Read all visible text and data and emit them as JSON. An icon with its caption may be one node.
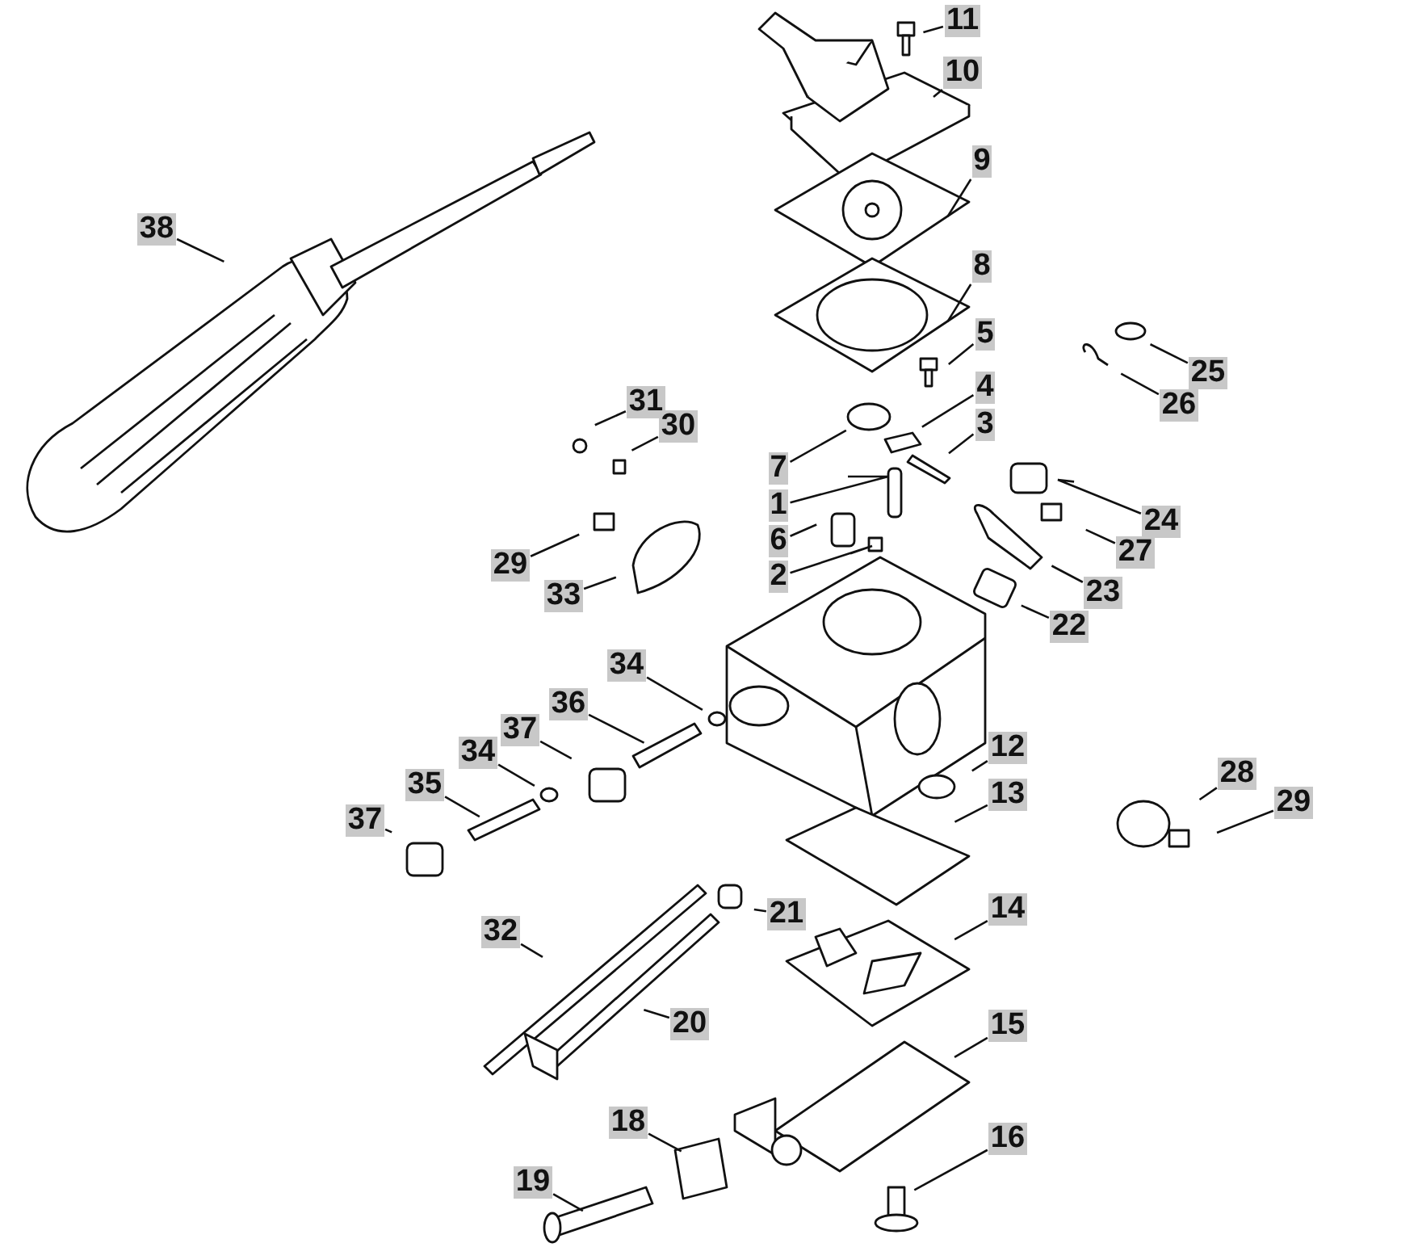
{
  "diagram": {
    "nodes": [
      {
        "text": [
          "11"
        ]
      },
      {
        "text": [
          "10"
        ]
      },
      {
        "text": [
          "38"
        ]
      },
      {
        "text": [
          "9"
        ]
      },
      {
        "text": [
          "8"
        ]
      },
      {
        "text": [
          "5"
        ]
      },
      {
        "text": [
          "4"
        ]
      },
      {
        "text": [
          "3"
        ]
      },
      {
        "text": [
          "25"
        ]
      },
      {
        "text": [
          "26"
        ]
      },
      {
        "text": [
          "31"
        ]
      },
      {
        "text": [
          "30"
        ]
      },
      {
        "text": [
          "7"
        ]
      },
      {
        "text": [
          "1"
        ]
      },
      {
        "text": [
          "6"
        ]
      },
      {
        "text": [
          "24"
        ]
      },
      {
        "text": [
          "27"
        ]
      },
      {
        "text": [
          "29"
        ]
      },
      {
        "text": [
          "2"
        ]
      },
      {
        "text": [
          "33"
        ]
      },
      {
        "text": [
          "23"
        ]
      },
      {
        "text": [
          "22"
        ]
      },
      {
        "text": [
          "34"
        ]
      },
      {
        "text": [
          "36"
        ]
      },
      {
        "text": [
          "37"
        ]
      },
      {
        "text": [
          "12"
        ]
      },
      {
        "text": [
          "34"
        ]
      },
      {
        "text": [
          "28"
        ]
      },
      {
        "text": [
          "35"
        ]
      },
      {
        "text": [
          "13"
        ]
      },
      {
        "text": [
          "29"
        ]
      },
      {
        "text": [
          "37"
        ]
      },
      {
        "text": [
          "14"
        ]
      },
      {
        "text": [
          "21"
        ]
      },
      {
        "text": [
          "32"
        ]
      },
      {
        "text": [
          "20"
        ]
      },
      {
        "text": [
          "15"
        ]
      },
      {
        "text": [
          "18"
        ]
      },
      {
        "text": [
          "16"
        ]
      },
      {
        "text": [
          "19"
        ]
      }
    ],
    "edges": [
      {
        "from": 0,
        "to": null,
        "arrow": "none"
      },
      {
        "from": 1,
        "to": null,
        "arrow": "none"
      },
      {
        "from": 2,
        "to": null,
        "arrow": "none"
      },
      {
        "from": 3,
        "to": null,
        "arrow": "none"
      },
      {
        "from": 4,
        "to": null,
        "arrow": "none"
      },
      {
        "from": 5,
        "to": null,
        "arrow": "none"
      },
      {
        "from": 6,
        "to": null,
        "arrow": "none"
      },
      {
        "from": 7,
        "to": null,
        "arrow": "none"
      },
      {
        "from": 8,
        "to": null,
        "arrow": "none"
      },
      {
        "from": 9,
        "to": null,
        "arrow": "none"
      },
      {
        "from": 10,
        "to": null,
        "arrow": "none"
      },
      {
        "from": 11,
        "to": null,
        "arrow": "none"
      },
      {
        "from": 12,
        "to": null,
        "arrow": "none"
      },
      {
        "from": 13,
        "to": null,
        "arrow": "none"
      },
      {
        "from": 14,
        "to": null,
        "arrow": "none"
      },
      {
        "from": 15,
        "to": null,
        "arrow": "none"
      },
      {
        "from": 16,
        "to": null,
        "arrow": "none"
      },
      {
        "from": 17,
        "to": null,
        "arrow": "none"
      },
      {
        "from": 18,
        "to": null,
        "arrow": "none"
      },
      {
        "from": 19,
        "to": null,
        "arrow": "none"
      },
      {
        "from": 20,
        "to": null,
        "arrow": "none"
      },
      {
        "from": 21,
        "to": null,
        "arrow": "none"
      },
      {
        "from": 22,
        "to": null,
        "arrow": "none"
      },
      {
        "from": 23,
        "to": null,
        "arrow": "none"
      },
      {
        "from": 24,
        "to": null,
        "arrow": "none"
      },
      {
        "from": 25,
        "to": null,
        "arrow": "none"
      },
      {
        "from": 26,
        "to": null,
        "arrow": "none"
      },
      {
        "from": 27,
        "to": null,
        "arrow": "none"
      },
      {
        "from": 28,
        "to": null,
        "arrow": "none"
      },
      {
        "from": 29,
        "to": null,
        "arrow": "none"
      },
      {
        "from": 30,
        "to": null,
        "arrow": "none"
      },
      {
        "from": 31,
        "to": null,
        "arrow": "none"
      },
      {
        "from": 32,
        "to": null,
        "arrow": "none"
      },
      {
        "from": 33,
        "to": null,
        "arrow": "none"
      },
      {
        "from": 34,
        "to": null,
        "arrow": "none"
      },
      {
        "from": 35,
        "to": null,
        "arrow": "none"
      },
      {
        "from": 36,
        "to": null,
        "arrow": "none"
      },
      {
        "from": 37,
        "to": null,
        "arrow": "none"
      },
      {
        "from": 38,
        "to": null,
        "arrow": "none"
      },
      {
        "from": 39,
        "to": null,
        "arrow": "none"
      }
    ]
  }
}
